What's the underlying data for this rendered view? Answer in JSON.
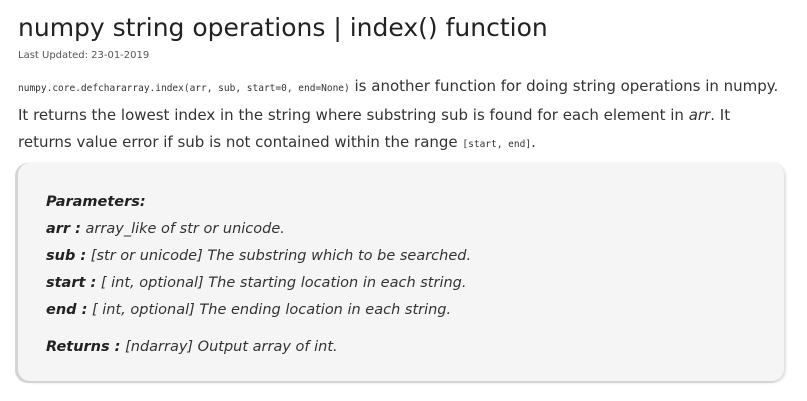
{
  "header": {
    "title": "numpy string operations | index() function",
    "last_updated": "Last Updated: 23-01-2019"
  },
  "intro": {
    "signature": "numpy.core.defchararray.index(arr, sub, start=0, end=None)",
    "text_1": " is another function for doing string operations in numpy. It returns the lowest index in the string where substring sub is found for each element in ",
    "arr_emph": "arr",
    "text_2": ". It returns value error if sub is not contained within the range ",
    "range_code": "[start, end]",
    "text_3": "."
  },
  "parameters": {
    "heading": "Parameters:",
    "items": [
      {
        "name": "arr :",
        "desc": " array_like of str or unicode."
      },
      {
        "name": "sub :",
        "desc": " [str or unicode] The substring which to be searched."
      },
      {
        "name": "start :",
        "desc": " [ int, optional] The starting location in each string."
      },
      {
        "name": "end :",
        "desc": " [ int, optional] The ending location in each string."
      }
    ],
    "returns": {
      "name": "Returns :",
      "desc": " [ndarray] Output array of int."
    }
  }
}
